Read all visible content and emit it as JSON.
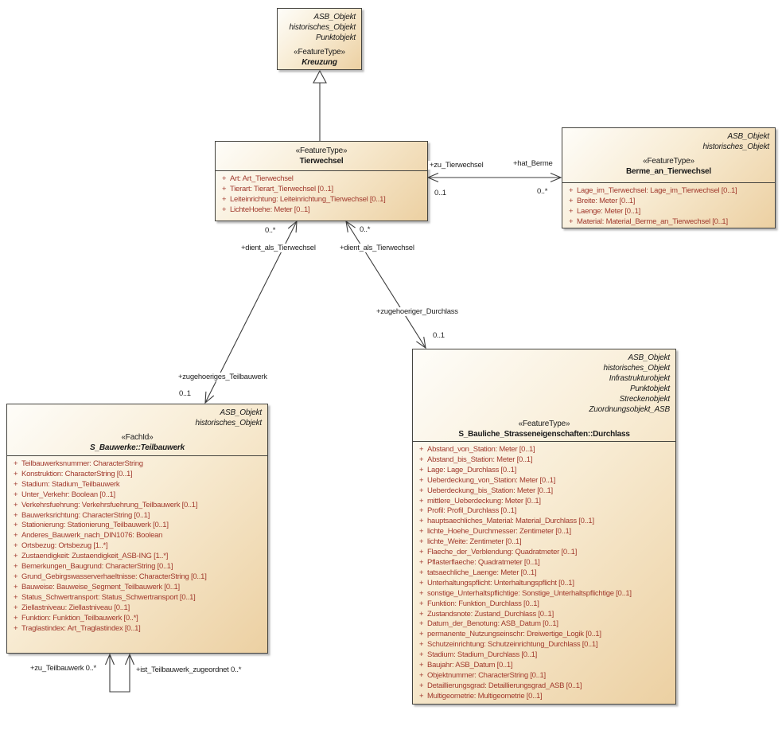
{
  "visibility_plus": "+",
  "classes": {
    "kreuzung": {
      "overrides": [
        "ASB_Objekt",
        "historisches_Objekt",
        "Punktobjekt"
      ],
      "stereotype": "«FeatureType»",
      "name": "Kreuzung",
      "attributes": []
    },
    "tierwechsel": {
      "overrides": [],
      "stereotype": "«FeatureType»",
      "name": "Tierwechsel",
      "attributes": [
        "Art: Art_Tierwechsel",
        "Tierart: Tierart_Tierwechsel [0..1]",
        "Leiteinrichtung: Leiteinrichtung_Tierwechsel [0..1]",
        "LichteHoehe: Meter [0..1]"
      ]
    },
    "berme": {
      "overrides": [
        "ASB_Objekt",
        "historisches_Objekt"
      ],
      "stereotype": "«FeatureType»",
      "name": "Berme_an_Tierwechsel",
      "attributes": [
        "Lage_im_Tierwechsel: Lage_im_Tierwechsel [0..1]",
        "Breite: Meter [0..1]",
        "Laenge: Meter [0..1]",
        "Material: Material_Berme_an_Tierwechsel [0..1]"
      ]
    },
    "teilbauwerk": {
      "overrides": [
        "ASB_Objekt",
        "historisches_Objekt"
      ],
      "stereotype": "«FachId»",
      "name": "S_Bauwerke::Teilbauwerk",
      "attributes": [
        "Teilbauwerksnummer: CharacterString",
        "Konstruktion: CharacterString [0..1]",
        "Stadium: Stadium_Teilbauwerk",
        "Unter_Verkehr: Boolean [0..1]",
        "Verkehrsfuehrung: Verkehrsfuehrung_Teilbauwerk [0..1]",
        "Bauwerksrichtung: CharacterString [0..1]",
        "Stationierung: Stationierung_Teilbauwerk [0..1]",
        "Anderes_Bauwerk_nach_DIN1076: Boolean",
        "Ortsbezug: Ortsbezug [1..*]",
        "Zustaendigkeit: Zustaendigkeit_ASB-ING [1..*]",
        "Bemerkungen_Baugrund: CharacterString [0..1]",
        "Grund_Gebirgswasserverhaeltnisse: CharacterString [0..1]",
        "Bauweise: Bauweise_Segment_Teilbauwerk [0..1]",
        "Status_Schwertransport: Status_Schwertransport [0..1]",
        "Ziellastniveau: Ziellastniveau [0..1]",
        "Funktion: Funktion_Teilbauwerk [0..*]",
        "Traglastindex: Art_Traglastindex [0..1]"
      ]
    },
    "durchlass": {
      "overrides": [
        "ASB_Objekt",
        "historisches_Objekt",
        "Infrastrukturobjekt",
        "Punktobjekt",
        "Streckenobjekt",
        "Zuordnungsobjekt_ASB"
      ],
      "stereotype": "«FeatureType»",
      "name": "S_Bauliche_Strasseneigenschaften::Durchlass",
      "attributes": [
        "Abstand_von_Station: Meter [0..1]",
        "Abstand_bis_Station: Meter [0..1]",
        "Lage: Lage_Durchlass [0..1]",
        "Ueberdeckung_von_Station: Meter [0..1]",
        "Ueberdeckung_bis_Station: Meter [0..1]",
        "mittlere_Ueberdeckung: Meter [0..1]",
        "Profil: Profil_Durchlass [0..1]",
        "hauptsaechliches_Material: Material_Durchlass [0..1]",
        "lichte_Hoehe_Durchmesser: Zentimeter [0..1]",
        "lichte_Weite: Zentimeter [0..1]",
        "Flaeche_der_Verblendung: Quadratmeter [0..1]",
        "Pflasterflaeche: Quadratmeter [0..1]",
        "tatsaechliche_Laenge: Meter [0..1]",
        "Unterhaltungspflicht: Unterhaltungspflicht [0..1]",
        "sonstige_Unterhaltspflichtige: Sonstige_Unterhaltspflichtige [0..1]",
        "Funktion: Funktion_Durchlass [0..1]",
        "Zustandsnote: Zustand_Durchlass [0..1]",
        "Datum_der_Benotung: ASB_Datum [0..1]",
        "permanente_Nutzungseinschr: Dreiwertige_Logik [0..1]",
        "Schutzeinrichtung: Schutzeinrichtung_Durchlass [0..1]",
        "Stadium: Stadium_Durchlass [0..1]",
        "Baujahr: ASB_Datum [0..1]",
        "Objektnummer: CharacterString [0..1]",
        "Detaillierungsgrad: Detaillierungsgrad_ASB [0..1]",
        "Multigeometrie: Multigeometrie [0..1]"
      ]
    }
  },
  "edges": {
    "tierwechsel_berme": {
      "left_role": "+zu_Tierwechsel",
      "right_role": "+hat_Berme",
      "left_mult": "0..1",
      "right_mult": "0..*"
    },
    "teilbauwerk_tierwechsel": {
      "top_role": "+dient_als_Tierwechsel",
      "top_mult": "0..*",
      "bottom_role": "+zugehoeriges_Teilbauwerk",
      "bottom_mult": "0..1"
    },
    "durchlass_tierwechsel": {
      "top_role": "+dient_als_Tierwechsel",
      "top_mult": "0..*",
      "bottom_role": "+zugehoeriger_Durchlass",
      "bottom_mult": "0..1"
    },
    "teilbauwerk_self": {
      "left_label": "+zu_Teilbauwerk 0..*",
      "right_label": "+ist_Teilbauwerk_zugeordnet 0..*"
    }
  }
}
